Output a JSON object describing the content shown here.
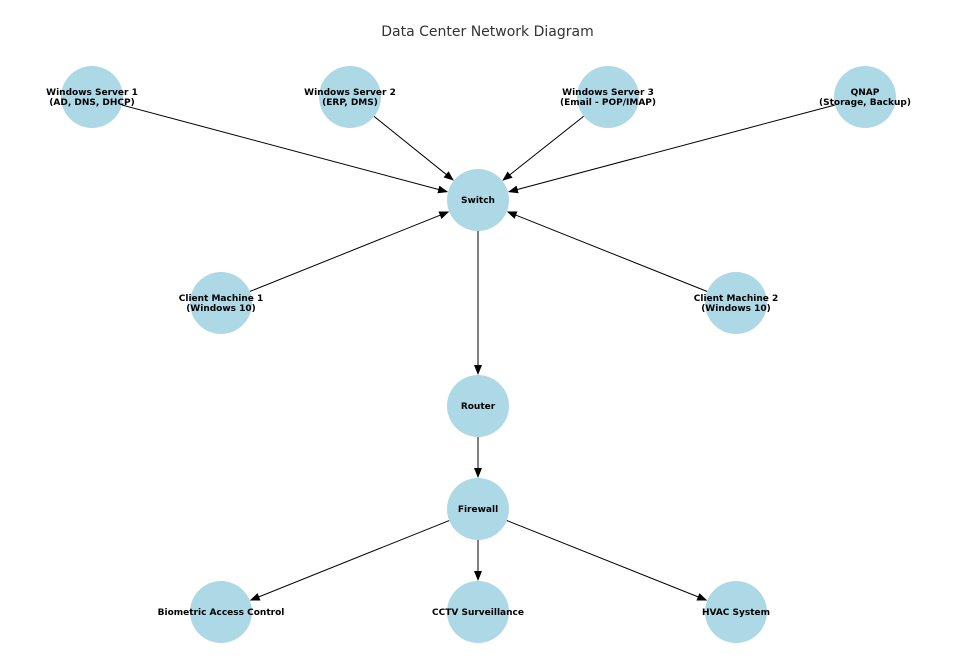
{
  "title": "Data Center Network Diagram",
  "colors": {
    "node_fill": "#add8e6",
    "edge": "#000000",
    "label": "#000000",
    "title": "#333333"
  },
  "nodes": [
    {
      "id": "ws1",
      "lines": [
        "Windows Server 1",
        "(AD, DNS, DHCP)"
      ]
    },
    {
      "id": "ws2",
      "lines": [
        "Windows Server 2",
        "(ERP, DMS)"
      ]
    },
    {
      "id": "ws3",
      "lines": [
        "Windows Server 3",
        "(Email - POP/IMAP)"
      ]
    },
    {
      "id": "qnap",
      "lines": [
        "QNAP",
        "(Storage, Backup)"
      ]
    },
    {
      "id": "switch",
      "lines": [
        "Switch"
      ]
    },
    {
      "id": "client1",
      "lines": [
        "Client Machine 1",
        "(Windows 10)"
      ]
    },
    {
      "id": "client2",
      "lines": [
        "Client Machine 2",
        "(Windows 10)"
      ]
    },
    {
      "id": "router",
      "lines": [
        "Router"
      ]
    },
    {
      "id": "firewall",
      "lines": [
        "Firewall"
      ]
    },
    {
      "id": "biometric",
      "lines": [
        "Biometric Access Control"
      ]
    },
    {
      "id": "cctv",
      "lines": [
        "CCTV Surveillance"
      ]
    },
    {
      "id": "hvac",
      "lines": [
        "HVAC System"
      ]
    }
  ],
  "edges": [
    {
      "from": "ws1",
      "to": "switch"
    },
    {
      "from": "ws2",
      "to": "switch"
    },
    {
      "from": "ws3",
      "to": "switch"
    },
    {
      "from": "qnap",
      "to": "switch"
    },
    {
      "from": "client1",
      "to": "switch"
    },
    {
      "from": "client2",
      "to": "switch"
    },
    {
      "from": "switch",
      "to": "router"
    },
    {
      "from": "router",
      "to": "firewall"
    },
    {
      "from": "firewall",
      "to": "biometric"
    },
    {
      "from": "firewall",
      "to": "cctv"
    },
    {
      "from": "firewall",
      "to": "hvac"
    }
  ]
}
